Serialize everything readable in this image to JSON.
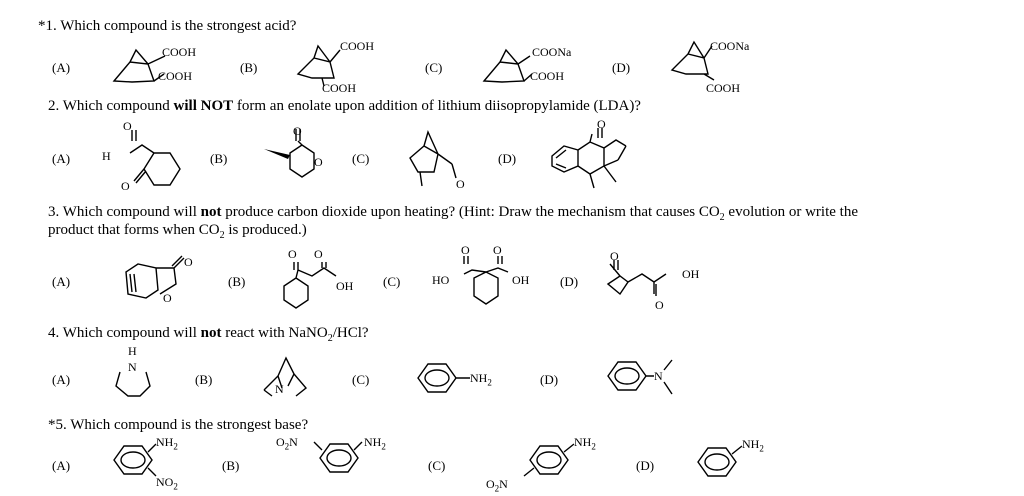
{
  "questions": [
    {
      "number": "*1.",
      "text": "Which compound is the strongest acid?",
      "options": [
        {
          "label": "(A)",
          "groups": [
            "COOH",
            "COOH"
          ]
        },
        {
          "label": "(B)",
          "groups": [
            "COOH",
            "COOH"
          ]
        },
        {
          "label": "(C)",
          "groups": [
            "COONa",
            "COOH"
          ]
        },
        {
          "label": "(D)",
          "groups": [
            "COONa",
            "COOH"
          ]
        }
      ]
    },
    {
      "number": "2.",
      "text_before": "Which compound ",
      "text_bold": "will NOT",
      "text_after": " form an enolate upon addition of lithium diisopropylamide (LDA)?",
      "options": [
        {
          "label": "(A)",
          "atoms": [
            "O",
            "H",
            "O"
          ]
        },
        {
          "label": "(B)",
          "atoms": [
            "O",
            "O"
          ]
        },
        {
          "label": "(C)",
          "atoms": [
            "O"
          ]
        },
        {
          "label": "(D)",
          "atoms": [
            "O"
          ]
        }
      ]
    },
    {
      "number": "3.",
      "text_before": "Which compound will ",
      "text_bold": "not",
      "text_after": " produce carbon dioxide upon heating? (Hint:  Draw the mechanism that causes CO",
      "sub": "2",
      "text_after2": " evolution or write the",
      "line2_before": "product that forms when CO",
      "line2_sub": "2",
      "line2_after": " is produced.)",
      "options": [
        {
          "label": "(A)",
          "atoms": [
            "O",
            "O"
          ]
        },
        {
          "label": "(B)",
          "atoms": [
            "O",
            "O",
            "OH"
          ]
        },
        {
          "label": "(C)",
          "atoms": [
            "O",
            "O",
            "HO",
            "OH"
          ]
        },
        {
          "label": "(D)",
          "atoms": [
            "O",
            "OH",
            "O"
          ]
        }
      ]
    },
    {
      "number": "4.",
      "text_before": "Which compound will ",
      "text_bold": "not",
      "text_after": " react with NaNO",
      "sub": "2",
      "text_after2": "/HCl?",
      "options": [
        {
          "label": "(A)",
          "atoms": [
            "H",
            "N"
          ]
        },
        {
          "label": "(B)",
          "atoms": [
            "N"
          ]
        },
        {
          "label": "(C)",
          "groups": [
            "NH",
            "2"
          ]
        },
        {
          "label": "(D)",
          "atoms": [
            "N"
          ]
        }
      ]
    },
    {
      "number": "*5.",
      "text": "Which compound is the strongest base?",
      "options": [
        {
          "label": "(A)",
          "groups": [
            "NH",
            "2",
            "NO",
            "2"
          ]
        },
        {
          "label": "(B)",
          "groups": [
            "O",
            "2",
            "N",
            "NH",
            "2"
          ]
        },
        {
          "label": "(C)",
          "groups": [
            "NH",
            "2",
            "O",
            "2",
            "N"
          ]
        },
        {
          "label": "(D)",
          "groups": [
            "NH",
            "2"
          ]
        }
      ]
    }
  ]
}
